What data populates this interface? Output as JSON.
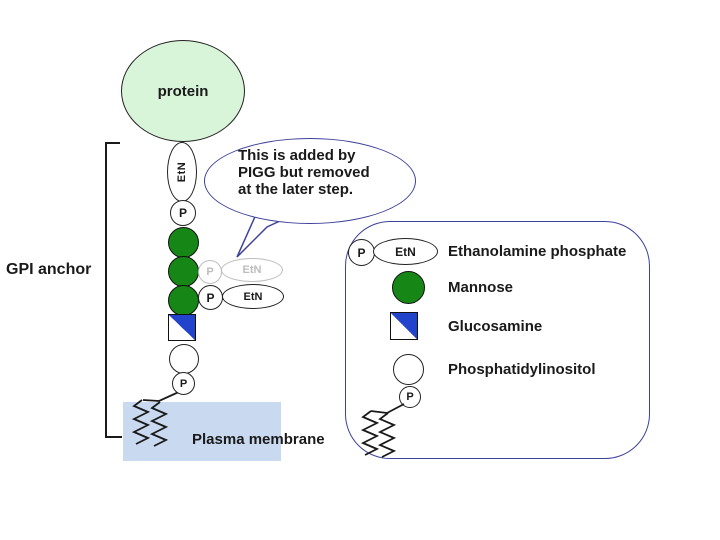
{
  "diagram": {
    "protein": "protein",
    "gpi_anchor": "GPI anchor",
    "plasma_membrane": "Plasma membrane"
  },
  "symbols": {
    "p": "P",
    "etn": "EtN"
  },
  "callout": {
    "lines": [
      "This is added by",
      "PIGG but removed",
      "at the later step."
    ]
  },
  "legend": {
    "items": [
      "Ethanolamine phosphate",
      "Mannose",
      "Glucosamine",
      "Phosphatidylinositol"
    ]
  },
  "colors": {
    "protein_fill": "#d9f5d9",
    "mannose_green": "#168616",
    "glucosamine_blue": "#2244cc",
    "membrane_fill": "#c9d9ef",
    "callout_border": "#3d429b",
    "legend_border": "#3d429b",
    "faded_gray": "#bdbdbd"
  }
}
